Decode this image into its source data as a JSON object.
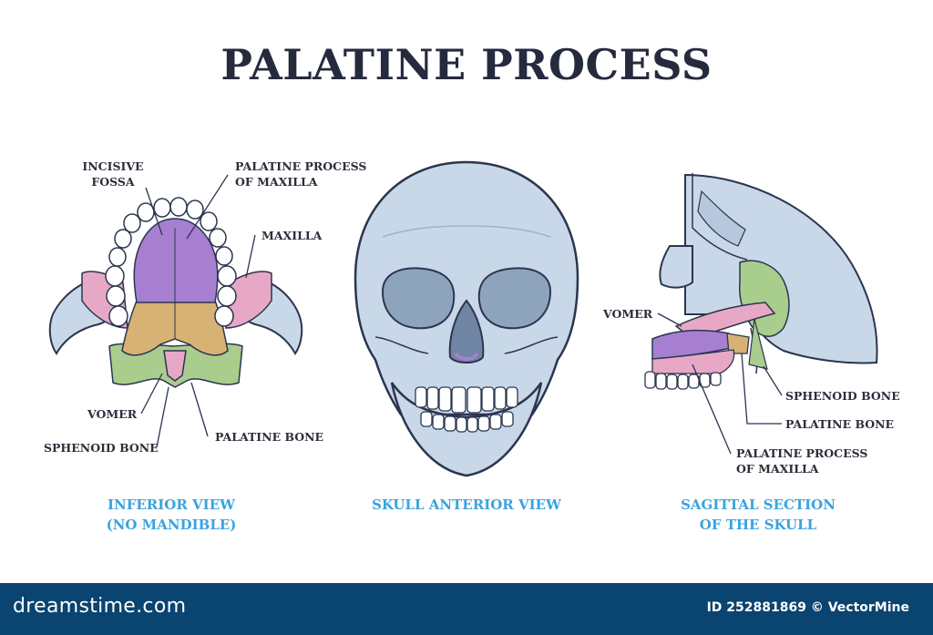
{
  "title": "PALATINE PROCESS",
  "panels": {
    "inferior": {
      "caption_line1": "INFERIOR VIEW",
      "caption_line2": "(NO MANDIBLE)",
      "labels": {
        "incisive_fossa_1": "INCISIVE",
        "incisive_fossa_2": "FOSSA",
        "palatine_process_1": "PALATINE PROCESS",
        "palatine_process_2": "OF MAXILLA",
        "maxilla": "MAXILLA",
        "vomer": "VOMER",
        "sphenoid_bone": "SPHENOID BONE",
        "palatine_bone": "PALATINE BONE"
      }
    },
    "anterior": {
      "caption": "SKULL ANTERIOR VIEW"
    },
    "sagittal": {
      "caption_line1": "SAGITTAL SECTION",
      "caption_line2": "OF THE SKULL",
      "labels": {
        "vomer": "VOMER",
        "sphenoid_bone": "SPHENOID BONE",
        "palatine_bone": "PALATINE BONE",
        "palatine_process_1": "PALATINE PROCESS",
        "palatine_process_2": "OF MAXILLA"
      }
    }
  },
  "footer": {
    "brand": "dreamstime.com",
    "image_id": "ID 252881869 © VectorMine"
  },
  "colors": {
    "title": "#262a3d",
    "caption": "#3aa3df",
    "bone": "#c9d8e8",
    "palatine_process": "#a67fd0",
    "maxilla": "#e7a8c6",
    "palatine_bone": "#d7b274",
    "sphenoid": "#a9cd8c",
    "footer": "#0a4470"
  }
}
